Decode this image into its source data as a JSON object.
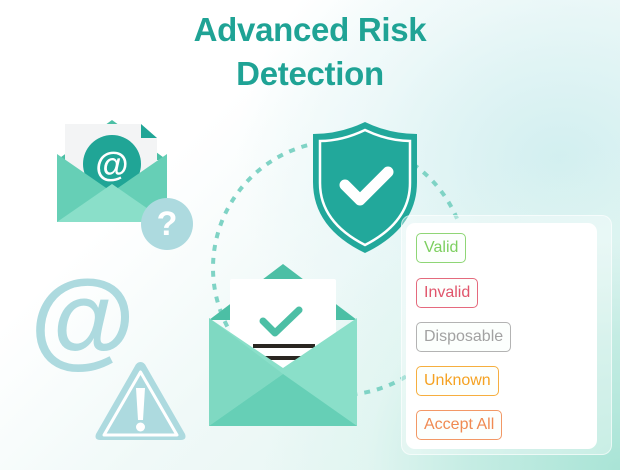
{
  "header": {
    "title_line1": "Advanced Risk",
    "title_line2": "Detection"
  },
  "colors": {
    "title": "#1fa395",
    "shield": "#22a89b",
    "envelope_light": "#8adfc9",
    "envelope_mid": "#66cfb6",
    "envelope_dark": "#4cbfa5",
    "muted_icon": "#addadf"
  },
  "status_panel": {
    "badges": [
      {
        "label": "Valid",
        "color": "#7ccf5f"
      },
      {
        "label": "Invalid",
        "color": "#e0556b"
      },
      {
        "label": "Disposable",
        "color": "#a2a2a2"
      },
      {
        "label": "Unknown",
        "color": "#f5a222"
      },
      {
        "label": "Accept All",
        "color": "#f08a52"
      }
    ]
  },
  "icons": {
    "envelope_at": "envelope-at-icon",
    "question": "question-icon",
    "at_sign": "at-sign-icon",
    "warning": "warning-icon",
    "shield_check": "shield-check-icon",
    "envelope_check": "envelope-check-icon"
  },
  "glyphs": {
    "at": "@",
    "question": "?"
  }
}
